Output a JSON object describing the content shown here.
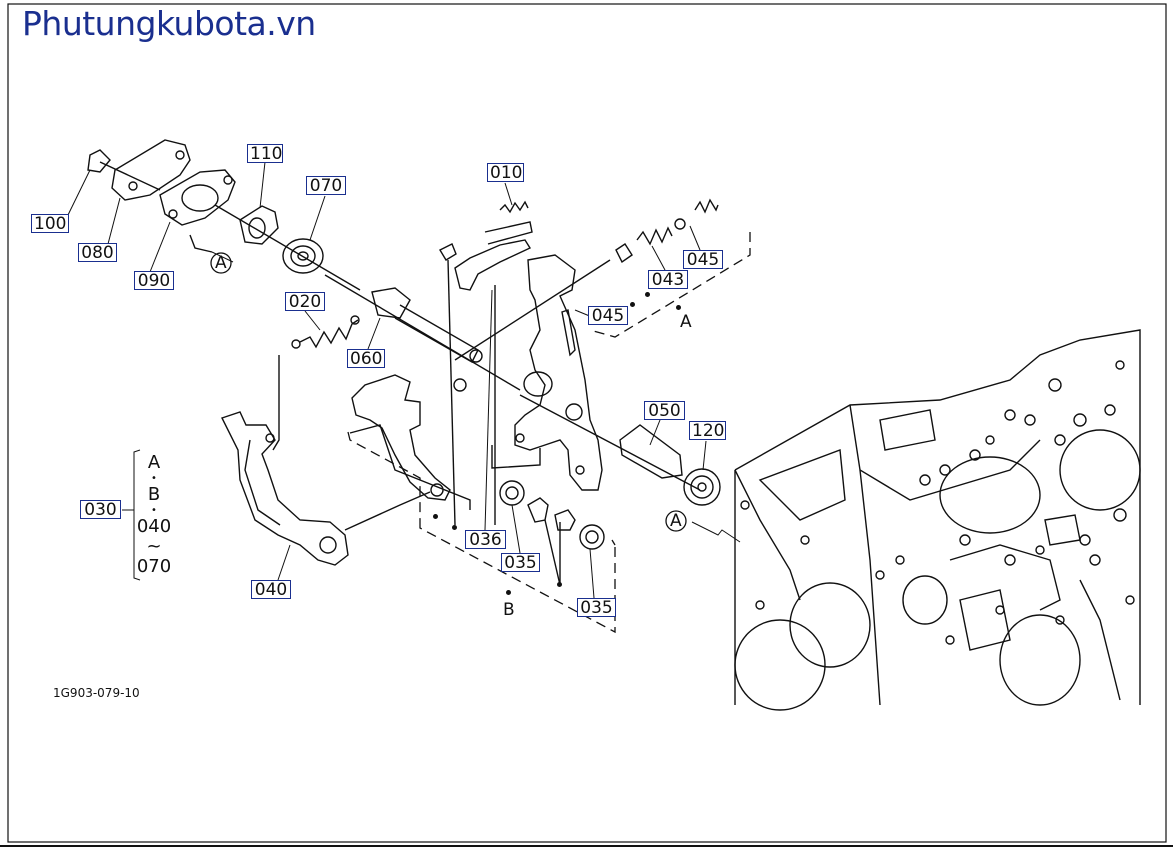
{
  "header": {
    "site_title": "Phutungkubota.vn"
  },
  "diagram": {
    "code": "1G903-079-10",
    "callouts": [
      {
        "id": "110",
        "label": "110"
      },
      {
        "id": "070",
        "label": "070"
      },
      {
        "id": "010",
        "label": "010"
      },
      {
        "id": "100",
        "label": "100"
      },
      {
        "id": "080",
        "label": "080"
      },
      {
        "id": "090",
        "label": "090"
      },
      {
        "id": "020",
        "label": "020"
      },
      {
        "id": "060",
        "label": "060"
      },
      {
        "id": "043",
        "label": "043"
      },
      {
        "id": "045a",
        "label": "045"
      },
      {
        "id": "045b",
        "label": "045"
      },
      {
        "id": "050",
        "label": "050"
      },
      {
        "id": "120",
        "label": "120"
      },
      {
        "id": "030",
        "label": "030"
      },
      {
        "id": "040",
        "label": "040"
      },
      {
        "id": "036",
        "label": "036"
      },
      {
        "id": "035a",
        "label": "035"
      },
      {
        "id": "035b",
        "label": "035"
      }
    ],
    "reference_marks": {
      "circle_a": "A",
      "letter_a": "A",
      "letter_b": "B"
    },
    "group_030": [
      "A",
      "B",
      "040",
      "~",
      "070"
    ]
  }
}
